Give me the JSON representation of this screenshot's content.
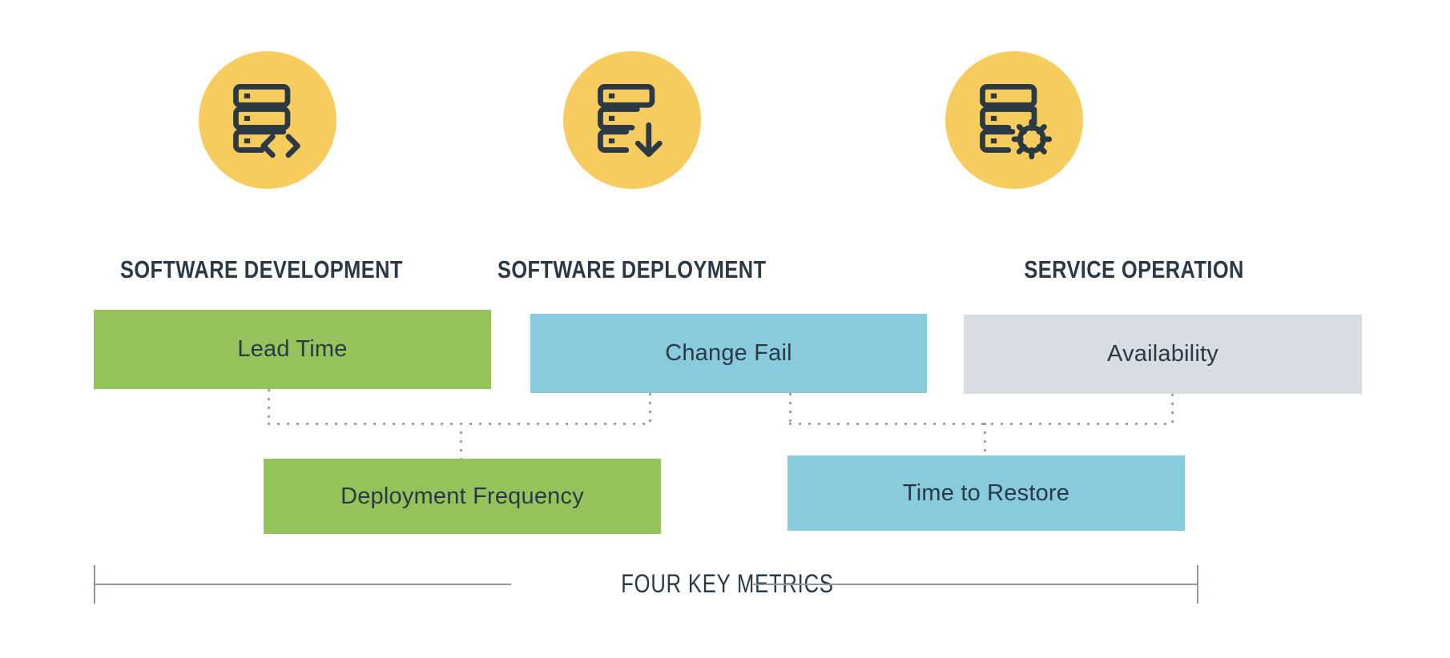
{
  "diagram": {
    "title": "Four Key Metrics",
    "colors": {
      "icon_circle": "#f7cc5f",
      "icon_stroke": "#2b3945",
      "green": "#96c25b",
      "blue": "#87cbdd",
      "grey": "#d7dde2",
      "text_dark": "#2b3945",
      "connector": "#9aa2a8",
      "bracket": "#8d979f",
      "background": "#ffffff"
    },
    "columns": [
      {
        "icon": "server-code-icon",
        "heading": "SOFTWARE DEVELOPMENT"
      },
      {
        "icon": "server-download-icon",
        "heading": "SOFTWARE DEPLOYMENT"
      },
      {
        "icon": "server-gear-icon",
        "heading": "SERVICE OPERATION"
      }
    ],
    "metrics_row1": [
      {
        "label": "Lead Time",
        "color": "green"
      },
      {
        "label": "Change Fail",
        "color": "blue"
      },
      {
        "label": "Availability",
        "color": "grey"
      }
    ],
    "metrics_row2": [
      {
        "label": "Deployment Frequency",
        "color": "green"
      },
      {
        "label": "Time to Restore",
        "color": "blue"
      }
    ],
    "bracket_label": "FOUR KEY METRICS"
  },
  "chart_data": {
    "type": "diagram",
    "title": "Four Key Metrics",
    "groups": [
      {
        "name": "SOFTWARE DEVELOPMENT",
        "icon": "server-code-icon",
        "metrics": [
          "Lead Time",
          "Deployment Frequency"
        ],
        "color": "#96c25b"
      },
      {
        "name": "SOFTWARE DEPLOYMENT",
        "icon": "server-download-icon",
        "metrics": [
          "Change Fail",
          "Time to Restore"
        ],
        "color": "#87cbdd"
      },
      {
        "name": "SERVICE OPERATION",
        "icon": "server-gear-icon",
        "metrics": [
          "Availability"
        ],
        "color": "#d7dde2"
      }
    ],
    "footer": "FOUR KEY METRICS"
  }
}
